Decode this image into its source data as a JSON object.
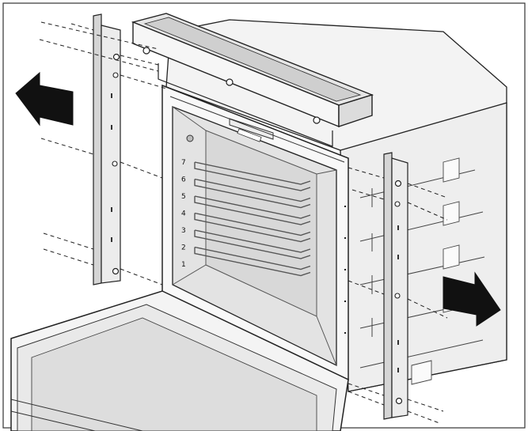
{
  "diagram": {
    "rack_levels": [
      "7",
      "6",
      "5",
      "4",
      "3",
      "2",
      "1"
    ]
  },
  "colors": {
    "frame": "#333333",
    "line": "#222222",
    "oven_body": "#f2f2f2",
    "cavity": "#e2e2e2",
    "shelf": "#555555",
    "arrow": "#111111"
  }
}
